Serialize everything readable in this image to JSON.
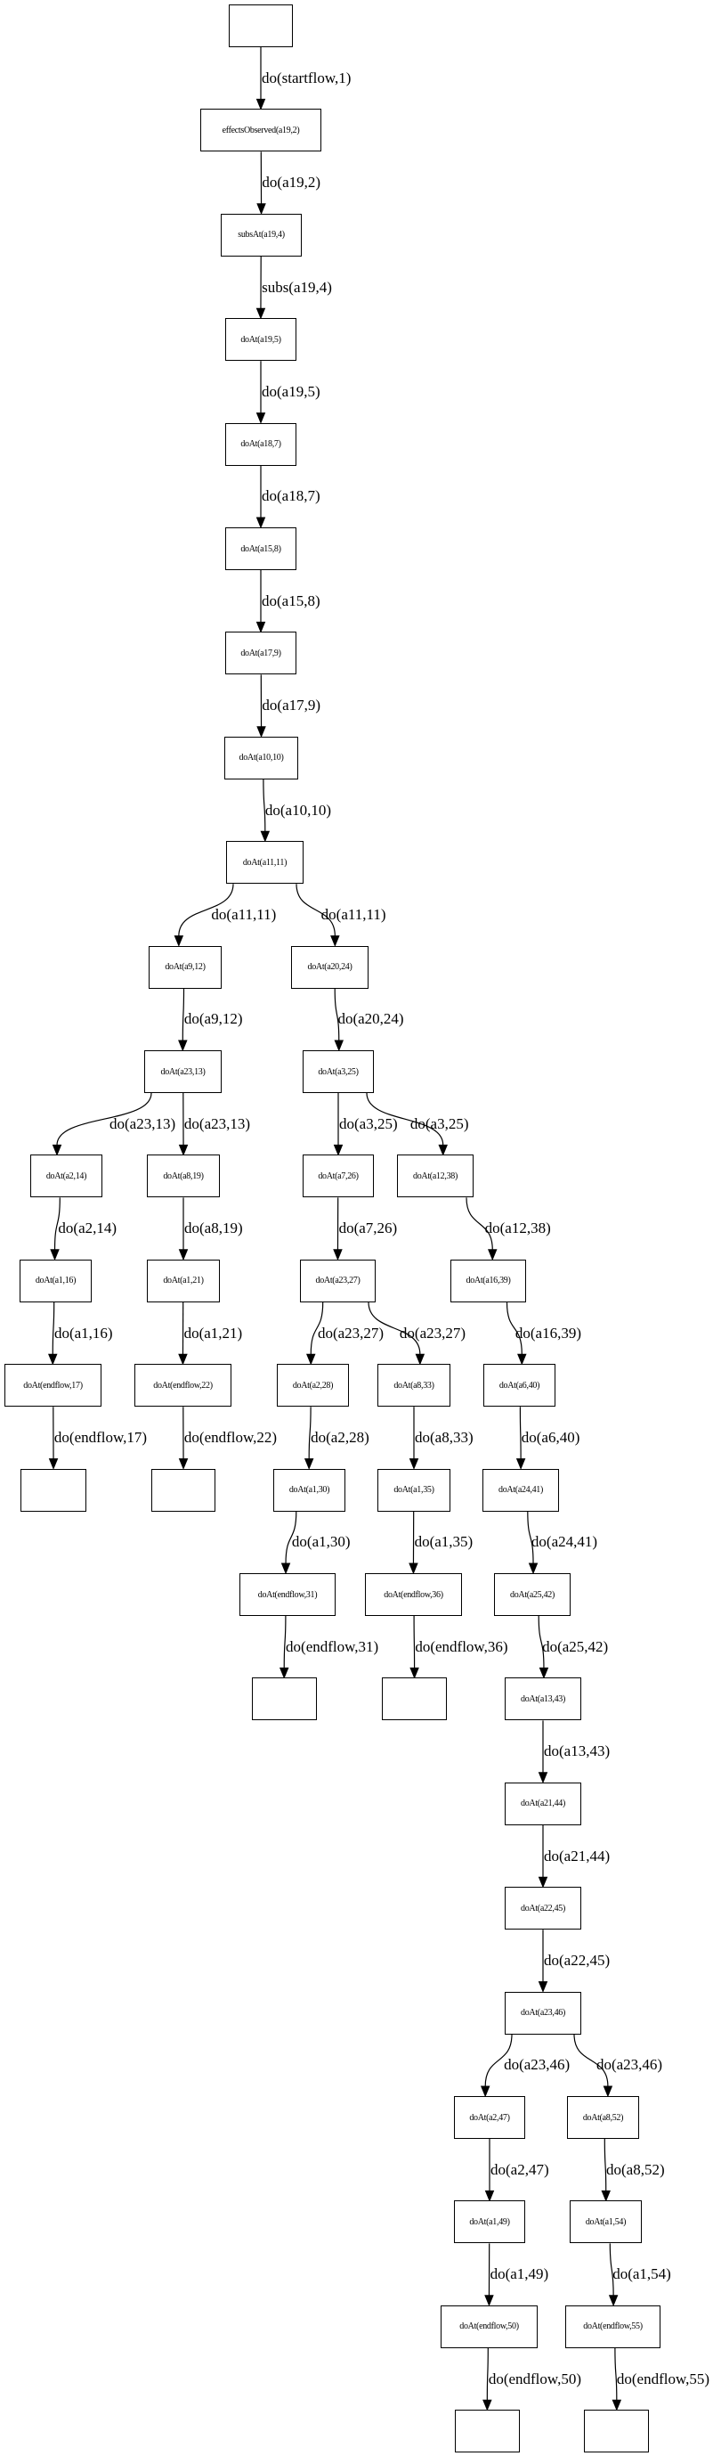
{
  "nodes": [
    {
      "id": "n0",
      "label": ""
    },
    {
      "id": "n1",
      "label": "effectsObserved(a19,2)"
    },
    {
      "id": "n2",
      "label": "subsAt(a19,4)"
    },
    {
      "id": "n3",
      "label": "doAt(a19,5)"
    },
    {
      "id": "n4",
      "label": "doAt(a18,7)"
    },
    {
      "id": "n5",
      "label": "doAt(a15,8)"
    },
    {
      "id": "n6",
      "label": "doAt(a17,9)"
    },
    {
      "id": "n7",
      "label": "doAt(a10,10)"
    },
    {
      "id": "n8",
      "label": "doAt(a11,11)"
    },
    {
      "id": "n9",
      "label": "doAt(a9,12)"
    },
    {
      "id": "n10",
      "label": "doAt(a20,24)"
    },
    {
      "id": "n11",
      "label": "doAt(a23,13)"
    },
    {
      "id": "n12",
      "label": "doAt(a3,25)"
    },
    {
      "id": "n13",
      "label": "doAt(a2,14)"
    },
    {
      "id": "n14",
      "label": "doAt(a8,19)"
    },
    {
      "id": "n15",
      "label": "doAt(a7,26)"
    },
    {
      "id": "n16",
      "label": "doAt(a12,38)"
    },
    {
      "id": "n17",
      "label": "doAt(a1,16)"
    },
    {
      "id": "n18",
      "label": "doAt(a1,21)"
    },
    {
      "id": "n19",
      "label": "doAt(a23,27)"
    },
    {
      "id": "n20",
      "label": "doAt(a16,39)"
    },
    {
      "id": "n21",
      "label": "doAt(endflow,17)"
    },
    {
      "id": "n22",
      "label": "doAt(endflow,22)"
    },
    {
      "id": "n23",
      "label": "doAt(a2,28)"
    },
    {
      "id": "n24",
      "label": "doAt(a8,33)"
    },
    {
      "id": "n25",
      "label": "doAt(a6,40)"
    },
    {
      "id": "n26",
      "label": ""
    },
    {
      "id": "n27",
      "label": ""
    },
    {
      "id": "n28",
      "label": "doAt(a1,30)"
    },
    {
      "id": "n29",
      "label": "doAt(a1,35)"
    },
    {
      "id": "n30",
      "label": "doAt(a24,41)"
    },
    {
      "id": "n31",
      "label": "doAt(endflow,31)"
    },
    {
      "id": "n32",
      "label": "doAt(endflow,36)"
    },
    {
      "id": "n33",
      "label": "doAt(a25,42)"
    },
    {
      "id": "n34",
      "label": ""
    },
    {
      "id": "n35",
      "label": ""
    },
    {
      "id": "n36",
      "label": "doAt(a13,43)"
    },
    {
      "id": "n37",
      "label": "doAt(a21,44)"
    },
    {
      "id": "n38",
      "label": "doAt(a22,45)"
    },
    {
      "id": "n39",
      "label": "doAt(a23,46)"
    },
    {
      "id": "n40",
      "label": "doAt(a2,47)"
    },
    {
      "id": "n41",
      "label": "doAt(a8,52)"
    },
    {
      "id": "n42",
      "label": "doAt(a1,49)"
    },
    {
      "id": "n43",
      "label": "doAt(a1,54)"
    },
    {
      "id": "n44",
      "label": "doAt(endflow,50)"
    },
    {
      "id": "n45",
      "label": "doAt(endflow,55)"
    },
    {
      "id": "n46",
      "label": ""
    },
    {
      "id": "n47",
      "label": ""
    }
  ],
  "edges": [
    {
      "from": "n0",
      "to": "n1",
      "label": "do(startflow,1)"
    },
    {
      "from": "n1",
      "to": "n2",
      "label": "do(a19,2)"
    },
    {
      "from": "n2",
      "to": "n3",
      "label": "subs(a19,4)"
    },
    {
      "from": "n3",
      "to": "n4",
      "label": "do(a19,5)"
    },
    {
      "from": "n4",
      "to": "n5",
      "label": "do(a18,7)"
    },
    {
      "from": "n5",
      "to": "n6",
      "label": "do(a15,8)"
    },
    {
      "from": "n6",
      "to": "n7",
      "label": "do(a17,9)"
    },
    {
      "from": "n7",
      "to": "n8",
      "label": "do(a10,10)"
    },
    {
      "from": "n8",
      "to": "n9",
      "label": "do(a11,11)"
    },
    {
      "from": "n8",
      "to": "n10",
      "label": "do(a11,11)"
    },
    {
      "from": "n9",
      "to": "n11",
      "label": "do(a9,12)"
    },
    {
      "from": "n10",
      "to": "n12",
      "label": "do(a20,24)"
    },
    {
      "from": "n11",
      "to": "n13",
      "label": "do(a23,13)"
    },
    {
      "from": "n11",
      "to": "n14",
      "label": "do(a23,13)"
    },
    {
      "from": "n12",
      "to": "n15",
      "label": "do(a3,25)"
    },
    {
      "from": "n12",
      "to": "n16",
      "label": "do(a3,25)"
    },
    {
      "from": "n13",
      "to": "n17",
      "label": "do(a2,14)"
    },
    {
      "from": "n14",
      "to": "n18",
      "label": "do(a8,19)"
    },
    {
      "from": "n15",
      "to": "n19",
      "label": "do(a7,26)"
    },
    {
      "from": "n16",
      "to": "n20",
      "label": "do(a12,38)"
    },
    {
      "from": "n17",
      "to": "n21",
      "label": "do(a1,16)"
    },
    {
      "from": "n18",
      "to": "n22",
      "label": "do(a1,21)"
    },
    {
      "from": "n19",
      "to": "n23",
      "label": "do(a23,27)"
    },
    {
      "from": "n19",
      "to": "n24",
      "label": "do(a23,27)"
    },
    {
      "from": "n20",
      "to": "n25",
      "label": "do(a16,39)"
    },
    {
      "from": "n21",
      "to": "n26",
      "label": "do(endflow,17)"
    },
    {
      "from": "n22",
      "to": "n27",
      "label": "do(endflow,22)"
    },
    {
      "from": "n23",
      "to": "n28",
      "label": "do(a2,28)"
    },
    {
      "from": "n24",
      "to": "n29",
      "label": "do(a8,33)"
    },
    {
      "from": "n25",
      "to": "n30",
      "label": "do(a6,40)"
    },
    {
      "from": "n28",
      "to": "n31",
      "label": "do(a1,30)"
    },
    {
      "from": "n29",
      "to": "n32",
      "label": "do(a1,35)"
    },
    {
      "from": "n30",
      "to": "n33",
      "label": "do(a24,41)"
    },
    {
      "from": "n31",
      "to": "n34",
      "label": "do(endflow,31)"
    },
    {
      "from": "n32",
      "to": "n35",
      "label": "do(endflow,36)"
    },
    {
      "from": "n33",
      "to": "n36",
      "label": "do(a25,42)"
    },
    {
      "from": "n36",
      "to": "n37",
      "label": "do(a13,43)"
    },
    {
      "from": "n37",
      "to": "n38",
      "label": "do(a21,44)"
    },
    {
      "from": "n38",
      "to": "n39",
      "label": "do(a22,45)"
    },
    {
      "from": "n39",
      "to": "n40",
      "label": "do(a23,46)"
    },
    {
      "from": "n39",
      "to": "n41",
      "label": "do(a23,46)"
    },
    {
      "from": "n40",
      "to": "n42",
      "label": "do(a2,47)"
    },
    {
      "from": "n41",
      "to": "n43",
      "label": "do(a8,52)"
    },
    {
      "from": "n42",
      "to": "n44",
      "label": "do(a1,49)"
    },
    {
      "from": "n43",
      "to": "n45",
      "label": "do(a1,54)"
    },
    {
      "from": "n44",
      "to": "n46",
      "label": "do(endflow,50)"
    },
    {
      "from": "n45",
      "to": "n47",
      "label": "do(endflow,55)"
    }
  ]
}
